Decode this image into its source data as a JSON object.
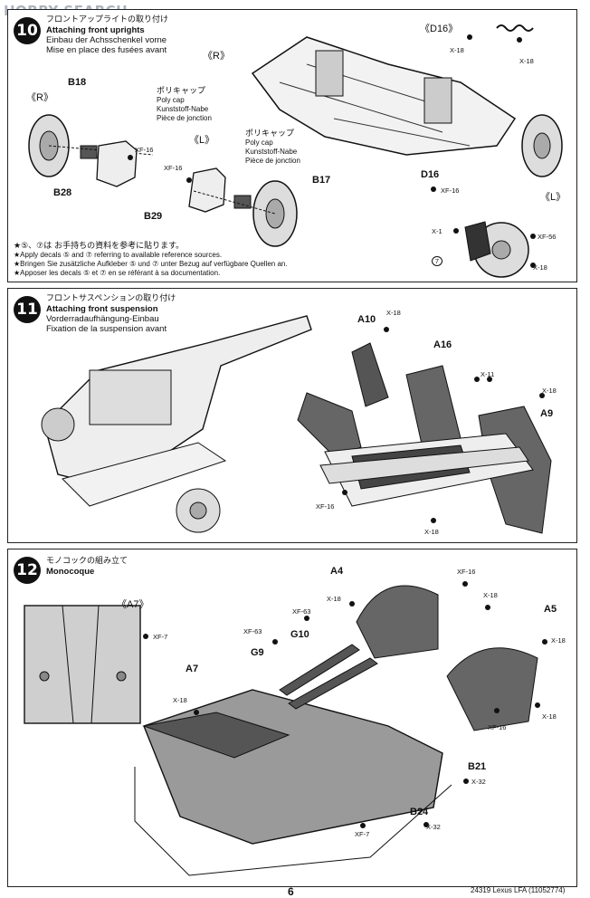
{
  "watermark": "HOBBY SEARCH",
  "step10": {
    "number": "10",
    "jp": "フロントアップライトの取り付け",
    "en": "Attaching front uprights",
    "de": "Einbau der Achsschenkel vorne",
    "fr": "Mise en place des fusées avant",
    "labels": {
      "r_left": "《R》",
      "r_top": "《R》",
      "d16_top": "《D16》",
      "l_mid": "《L》",
      "l_right": "《L》",
      "b18": "B18",
      "b28": "B28",
      "b29": "B29",
      "b17": "B17",
      "d16": "D16",
      "xf16_a": "XF-16",
      "xf16_b": "XF-16",
      "xf16_c": "XF-16",
      "x18_a": "X-18",
      "x18_b": "X-18",
      "x18_c": "X-18",
      "x1": "X-1",
      "xf56": "XF-56",
      "decal7": "7"
    },
    "polycap1": [
      "ポリキャップ",
      "Poly cap",
      "Kunststoff-Nabe",
      "Pièce de jonction"
    ],
    "polycap2": [
      "ポリキャップ",
      "Poly cap",
      "Kunststoff-Nabe",
      "Pièce de jonction"
    ],
    "notes": [
      "★⑤、⑦は お手持ちの資料を参考に貼ります。",
      "★Apply decals ⑤ and ⑦ referring to available reference sources.",
      "★Bringen Sie zusätzliche Aufkleber ⑤ und ⑦ unter Bezug auf verfügbare Quellen an.",
      "★Apposer les decals ⑤ et ⑦ en se référant à sa documentation."
    ]
  },
  "step11": {
    "number": "11",
    "jp": "フロントサスペンションの取り付け",
    "en": "Attaching front suspension",
    "de": "Vorderradaufhängung-Einbau",
    "fr": "Fixation de la suspension avant",
    "labels": {
      "a10": "A10",
      "a16": "A16",
      "a9": "A9",
      "x18_a": "X-18",
      "x18_b": "X-18",
      "x18_c": "X-18",
      "x11": "X-11",
      "xf16": "XF-16"
    }
  },
  "step12": {
    "number": "12",
    "jp": "モノコックの組み立て",
    "en": "Monocoque",
    "labels": {
      "a7_top": "《A7》",
      "a4": "A4",
      "a5": "A5",
      "a7": "A7",
      "g9": "G9",
      "g10": "G10",
      "b21": "B21",
      "b24": "B24",
      "xf7_a": "XF-7",
      "xf7_b": "XF-7",
      "xf63_a": "XF-63",
      "xf63_b": "XF-63",
      "xf16_a": "XF-16",
      "xf16_b": "XF-16",
      "x18_a": "X-18",
      "x18_b": "X-18",
      "x18_c": "X-18",
      "x18_d": "X-18",
      "x18_e": "X-18",
      "x32_a": "X-32",
      "x32_b": "X-32"
    }
  },
  "footer": {
    "page": "6",
    "code": "24319  Lexus LFA (11052774)"
  }
}
